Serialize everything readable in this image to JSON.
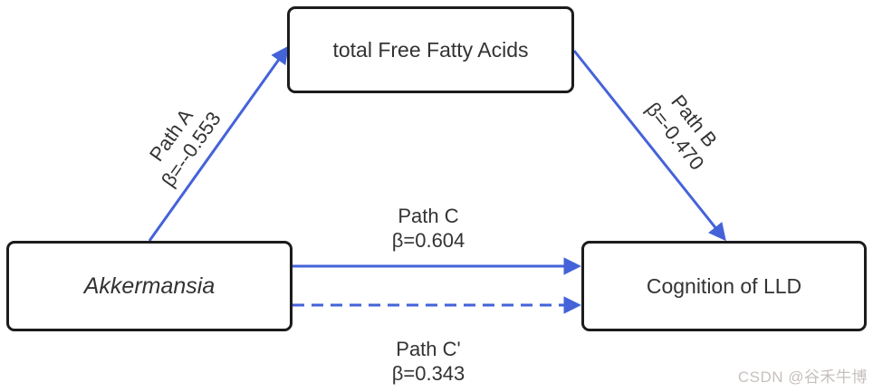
{
  "diagram": {
    "nodes": {
      "mediator": {
        "label": "total Free Fatty Acids"
      },
      "predictor": {
        "label": "Akkermansia"
      },
      "outcome": {
        "label": "Cognition of LLD"
      }
    },
    "paths": {
      "a": {
        "name": "Path A",
        "beta": "β=--0.553",
        "style": "solid",
        "from": "predictor",
        "to": "mediator"
      },
      "b": {
        "name": "Path B",
        "beta": "β=-0.470",
        "style": "solid",
        "from": "mediator",
        "to": "outcome"
      },
      "c": {
        "name": "Path C",
        "beta": "β=0.604",
        "style": "solid",
        "from": "predictor",
        "to": "outcome"
      },
      "c_prime": {
        "name": "Path C'",
        "beta": "β=0.343",
        "style": "dashed",
        "from": "predictor",
        "to": "outcome"
      }
    },
    "colors": {
      "arrow": "#4463d9",
      "box_border": "#1c1c1c",
      "text": "#333333",
      "watermark": "#c7c0bd"
    }
  },
  "watermark": {
    "text": "CSDN @谷禾牛博"
  }
}
